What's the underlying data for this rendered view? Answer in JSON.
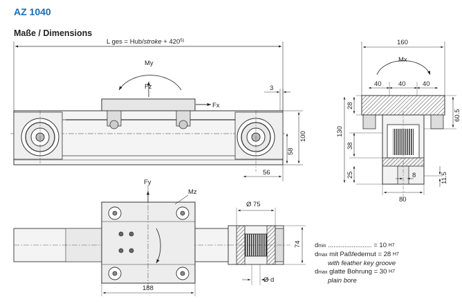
{
  "header": {
    "model": "AZ 1040",
    "section": "Maße / Dimensions"
  },
  "top_view": {
    "length_label_a": "L ges = Hub/",
    "length_label_b": "stroke",
    "length_label_c": " + 420",
    "length_sup": "5)",
    "moment_y": "My",
    "force_z": "Fz",
    "force_x": "Fx",
    "dim_3": "3",
    "dim_56": "56",
    "dim_58": "58",
    "dim_100": "100"
  },
  "side_view": {
    "dim_160": "160",
    "moment_x": "Mx",
    "dim_40a": "40",
    "dim_40b": "40",
    "dim_40c": "40",
    "dim_28": "28",
    "dim_60_5": "60.5",
    "dim_130": "130",
    "dim_38": "38",
    "dim_25": "25",
    "dim_8": "8",
    "dim_80": "80",
    "dim_11_5": "11.5"
  },
  "plan_view": {
    "force_y": "Fy",
    "moment_z": "Mz",
    "dim_phi75": "Ø 75",
    "dim_74": "74",
    "dim_188": "188",
    "dim_phid": "Ø d"
  },
  "legend": {
    "dmin_sub": "min",
    "dmin_dots": " ........................",
    "dmin_val": "= 10",
    "dmin_tol": "H7",
    "dmax1_sub": "max",
    "dmax1_text": " mit Paßfedernut",
    "dmax1_val": "= 28",
    "dmax1_tol": "H7",
    "dmax1_en": "with feather key groove",
    "dmax2_sub": "max",
    "dmax2_text": " glatte Bohrung",
    "dmax2_val": "= 30",
    "dmax2_tol": "H7",
    "dmax2_en": "plain bore"
  }
}
